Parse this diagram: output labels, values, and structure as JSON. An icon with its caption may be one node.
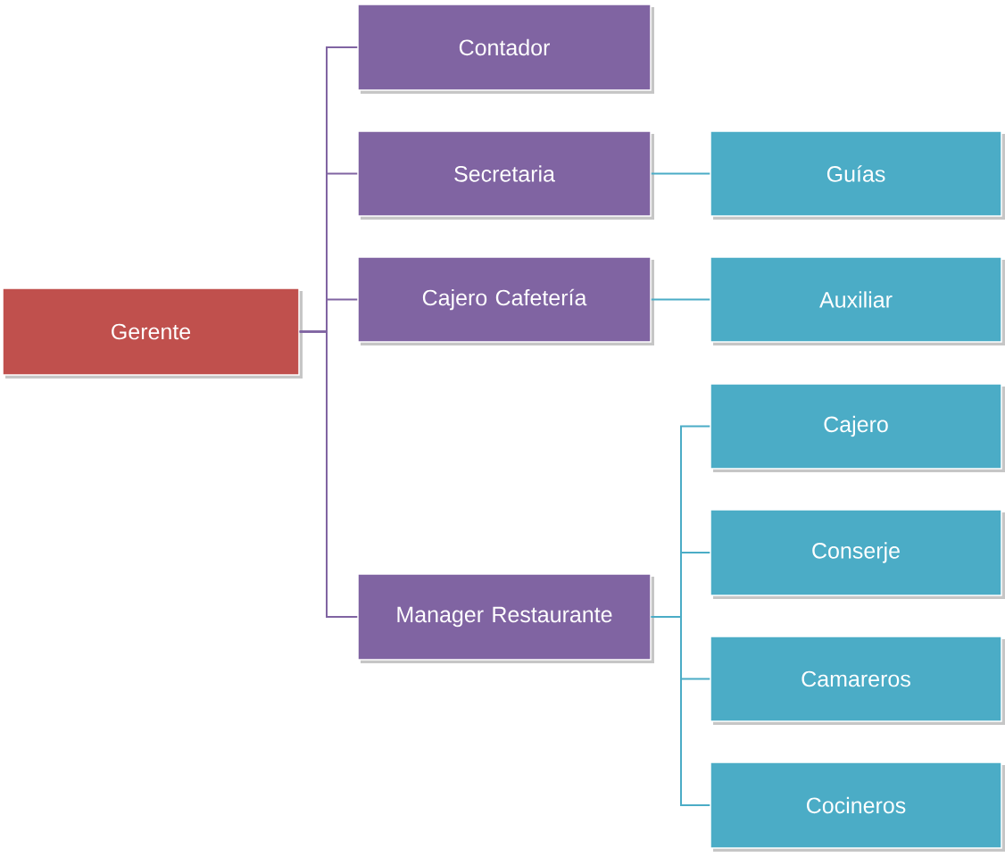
{
  "diagram": {
    "nodes": [
      {
        "text": [
          "Gerente"
        ]
      },
      {
        "text": [
          "Contador"
        ]
      },
      {
        "text": [
          "Secretaria"
        ]
      },
      {
        "text": [
          "Cajero Cafetería"
        ]
      },
      {
        "text": [
          "Manager Restaurante"
        ]
      },
      {
        "text": [
          "Guías"
        ]
      },
      {
        "text": [
          "Auxiliar"
        ]
      },
      {
        "text": [
          "Cajero"
        ]
      },
      {
        "text": [
          "Conserje"
        ]
      },
      {
        "text": [
          "Camareros"
        ]
      },
      {
        "text": [
          "Cocineros"
        ]
      }
    ],
    "edges": [
      {
        "from": 0,
        "to": 1,
        "arrow": "none",
        "color": "#8064a2"
      },
      {
        "from": 0,
        "to": 2,
        "arrow": "none",
        "color": "#8064a2"
      },
      {
        "from": 0,
        "to": 3,
        "arrow": "none",
        "color": "#8064a2"
      },
      {
        "from": 0,
        "to": 4,
        "arrow": "none",
        "color": "#8064a2"
      },
      {
        "from": 2,
        "to": 5,
        "arrow": "none"
      },
      {
        "from": 3,
        "to": 6,
        "arrow": "none"
      },
      {
        "from": 4,
        "to": 7,
        "arrow": "none"
      },
      {
        "from": 4,
        "to": 8,
        "arrow": "none"
      },
      {
        "from": 4,
        "to": 9,
        "arrow": "none"
      },
      {
        "from": 4,
        "to": 10,
        "arrow": "none"
      }
    ]
  }
}
